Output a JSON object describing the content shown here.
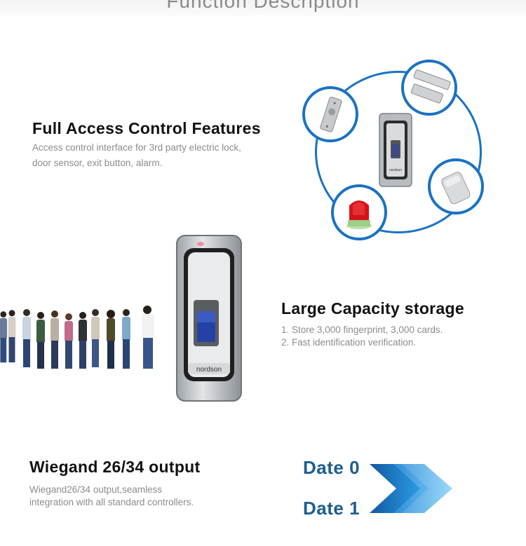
{
  "header": {
    "title": "Function Description"
  },
  "sections": [
    {
      "heading": "Full Access Control Features",
      "lines": [
        "Access control interface for 3rd party electric lock,",
        "door sensor, exit button, alarm."
      ]
    },
    {
      "heading": "Large Capacity storage",
      "lines": [
        "1. Store 3,000 fingerprint, 3,000 cards.",
        "2. Fast identification verification."
      ]
    },
    {
      "heading": "Wiegand 26/34 output",
      "lines": [
        "Wiegand26/34 output,seamless",
        "integration with all standard controllers."
      ]
    }
  ],
  "device": {
    "brand": "nordson"
  },
  "wiegand": {
    "date0": "Date 0",
    "date1": "Date 1"
  },
  "colors": {
    "ring": "#1a72c2",
    "date": "#1c5e8f",
    "arrow": "#29a3e6"
  },
  "icons": [
    "exit-button-icon",
    "magnetic-lock-icon",
    "door-sensor-icon",
    "alarm-siren-icon",
    "fingerprint-reader-icon",
    "people-queue-icon",
    "double-arrow-icon"
  ]
}
